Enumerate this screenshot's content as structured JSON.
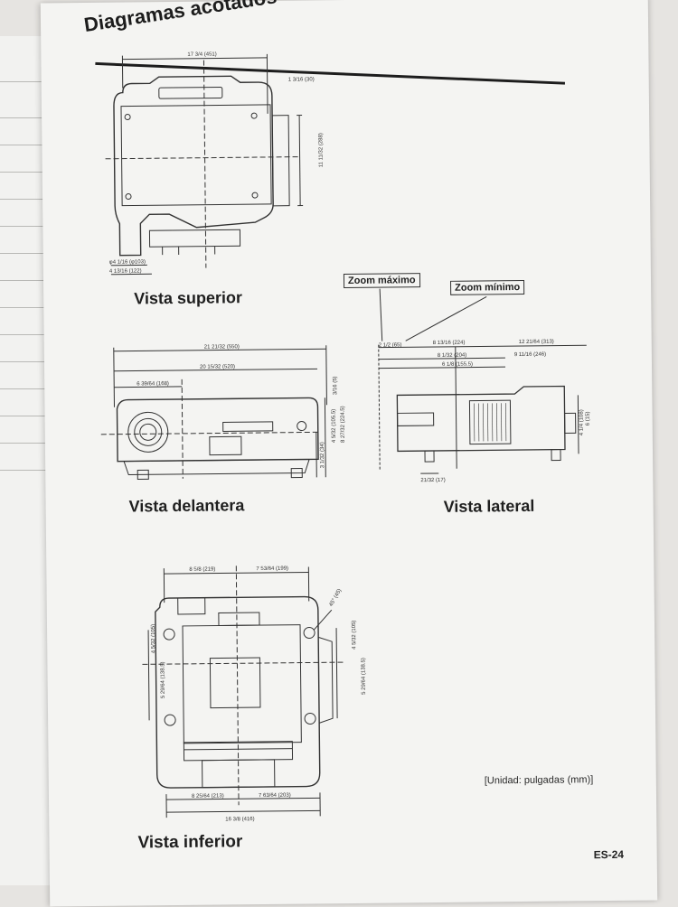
{
  "page": {
    "title": "Diagramas acotados",
    "unit_note": "[Unidad: pulgadas (mm)]",
    "page_number": "ES-24"
  },
  "views": {
    "top": {
      "caption": "Vista superior",
      "dims": {
        "width": "17 3/4 (451)",
        "lens_offset": "1 3/16 (30)",
        "depth": "11 11/32 (288)",
        "lens_diam": "φ4 1/16 (φ103)",
        "lens_width": "4 13/16 (122)"
      }
    },
    "front": {
      "caption": "Vista delantera",
      "dims": {
        "overall": "21 21/32 (550)",
        "body": "20 15/32 (520)",
        "lens_center": "6 39/64 (168)",
        "foot": "3/16 (5)",
        "h1": "4 5/32 (105.5)",
        "h2": "8 27/32 (224.5)",
        "h3": "3 1/32 (34)"
      }
    },
    "side": {
      "caption": "Vista lateral",
      "zoom_max": "Zoom máximo",
      "zoom_min": "Zoom mínimo",
      "dims": {
        "zoom": "2 1/2 (65)",
        "d1": "8 13/16 (224)",
        "d2": "12 21/64 (313)",
        "d3": "8 1/32 (204)",
        "d4": "9 11/16 (246)",
        "d5": "6 1/8 (155.5)",
        "h": "6 (15)",
        "h2": "4 1/4 (108)",
        "foot": "21/32 (17)"
      }
    },
    "bottom": {
      "caption": "Vista inferior",
      "dims": {
        "top_left": "8 5/8 (219)",
        "top_right": "7 53/64 (199)",
        "angle": "45° (45)",
        "left_upper": "4 5/32 (105)",
        "left_lower": "5 29/64 (138.5)",
        "right_upper": "4 5/32 (105)",
        "right_lower": "5 29/64 (138.5)",
        "bot_left": "8 25/64 (213)",
        "bot_right": "7 63/64 (203)",
        "overall": "16 3/8 (416)"
      }
    }
  }
}
